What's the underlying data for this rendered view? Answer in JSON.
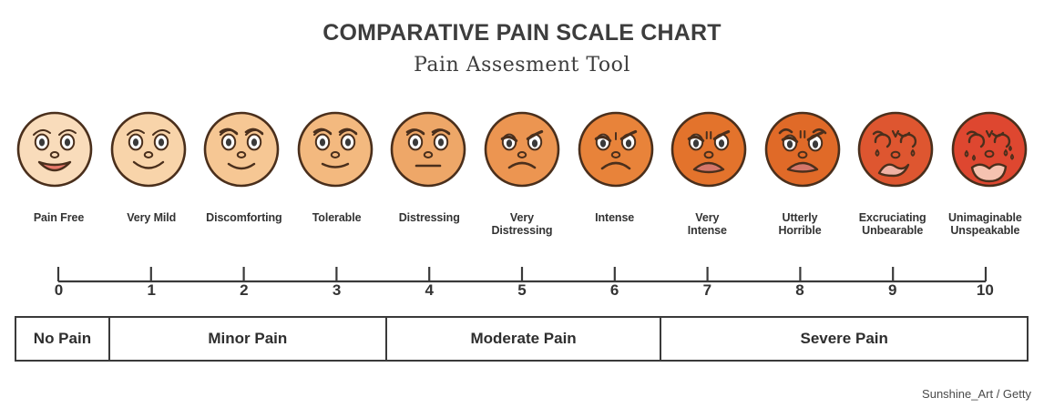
{
  "header": {
    "title": "COMPARATIVE PAIN SCALE CHART",
    "subtitle": "Pain Assesment Tool"
  },
  "credit": "Sunshine_Art / Getty",
  "chart_data": {
    "type": "table",
    "title": "COMPARATIVE PAIN SCALE CHART",
    "subtitle": "Pain Assesment Tool",
    "xlabel": "",
    "ylabel": "",
    "xlim": [
      0,
      10
    ],
    "grid": false,
    "legend": "none",
    "scale_numbers": [
      "0",
      "1",
      "2",
      "3",
      "4",
      "5",
      "6",
      "7",
      "8",
      "9",
      "10"
    ],
    "levels": [
      {
        "value": 0,
        "label": "Pain Free",
        "label_line2": "",
        "face_color": "#F9DCBB",
        "expression": "big-open-smile"
      },
      {
        "value": 1,
        "label": "Very Mild",
        "label_line2": "",
        "face_color": "#F8D4AA",
        "expression": "smile"
      },
      {
        "value": 2,
        "label": "Discomforting",
        "label_line2": "",
        "face_color": "#F6C794",
        "expression": "slight-smile"
      },
      {
        "value": 3,
        "label": "Tolerable",
        "label_line2": "",
        "face_color": "#F3B97F",
        "expression": "faint-smile"
      },
      {
        "value": 4,
        "label": "Distressing",
        "label_line2": "",
        "face_color": "#EEA768",
        "expression": "flat-mouth"
      },
      {
        "value": 5,
        "label": "Very",
        "label_line2": "Distressing",
        "face_color": "#EC9551",
        "expression": "slight-frown"
      },
      {
        "value": 6,
        "label": "Intense",
        "label_line2": "",
        "face_color": "#E8833A",
        "expression": "frown"
      },
      {
        "value": 7,
        "label": "Very",
        "label_line2": "Intense",
        "face_color": "#E3732C",
        "expression": "deep-frown-open"
      },
      {
        "value": 8,
        "label": "Utterly",
        "label_line2": "Horrible",
        "face_color": "#E06A28",
        "expression": "angry-frown"
      },
      {
        "value": 9,
        "label": "Excruciating",
        "label_line2": "Unbearable",
        "face_color": "#DE5630",
        "expression": "crying"
      },
      {
        "value": 10,
        "label": "Unimaginable",
        "label_line2": "Unspeakable",
        "face_color": "#DE4730",
        "expression": "wailing"
      }
    ],
    "categories": [
      {
        "name": "No Pain",
        "range": "0",
        "width_pct": 9.1
      },
      {
        "name": "Minor Pain",
        "range": "1-3",
        "width_pct": 27.4
      },
      {
        "name": "Moderate Pain",
        "range": "4-6",
        "width_pct": 27.2
      },
      {
        "name": "Severe Pain",
        "range": "7-10",
        "width_pct": 36.3
      }
    ]
  }
}
